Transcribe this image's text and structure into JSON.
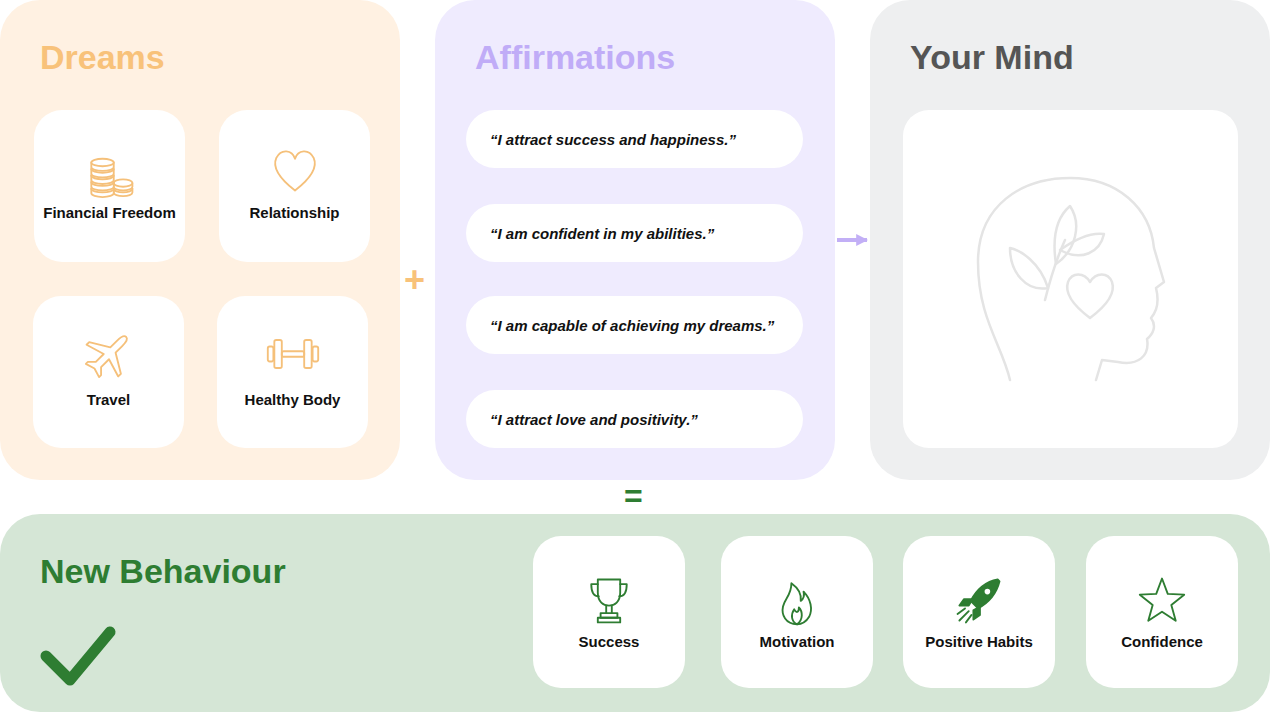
{
  "diagram": {
    "nodes": [
      {
        "text": [
          "Dreams"
        ]
      },
      {
        "text": [
          "Financial Freedom"
        ],
        "in": 0
      },
      {
        "text": [
          "Relationship"
        ],
        "in": 0
      },
      {
        "text": [
          "Travel"
        ],
        "in": 0
      },
      {
        "text": [
          "Healthy Body"
        ],
        "in": 0
      },
      {
        "text": [
          "Affirmations"
        ]
      },
      {
        "text": [
          "“I attract success and happiness.”"
        ],
        "in": 5
      },
      {
        "text": [
          "“I am confident in my abilities.”"
        ],
        "in": 5
      },
      {
        "text": [
          "“I am capable of achieving my dreams.”"
        ],
        "in": 5
      },
      {
        "text": [
          "“I attract love and positivity.”"
        ],
        "in": 5
      },
      {
        "text": [
          "Your Mind"
        ]
      },
      {
        "text": [
          "New Behaviour"
        ]
      },
      {
        "text": [
          "Success"
        ],
        "in": 11
      },
      {
        "text": [
          "Motivation"
        ],
        "in": 11
      },
      {
        "text": [
          "Positive Habits"
        ],
        "in": 11
      },
      {
        "text": [
          "Confidence"
        ],
        "in": 11
      }
    ],
    "edges": [
      {
        "from": 5,
        "to": 10,
        "arrow": "to"
      }
    ],
    "labels": [
      "+",
      "="
    ]
  }
}
